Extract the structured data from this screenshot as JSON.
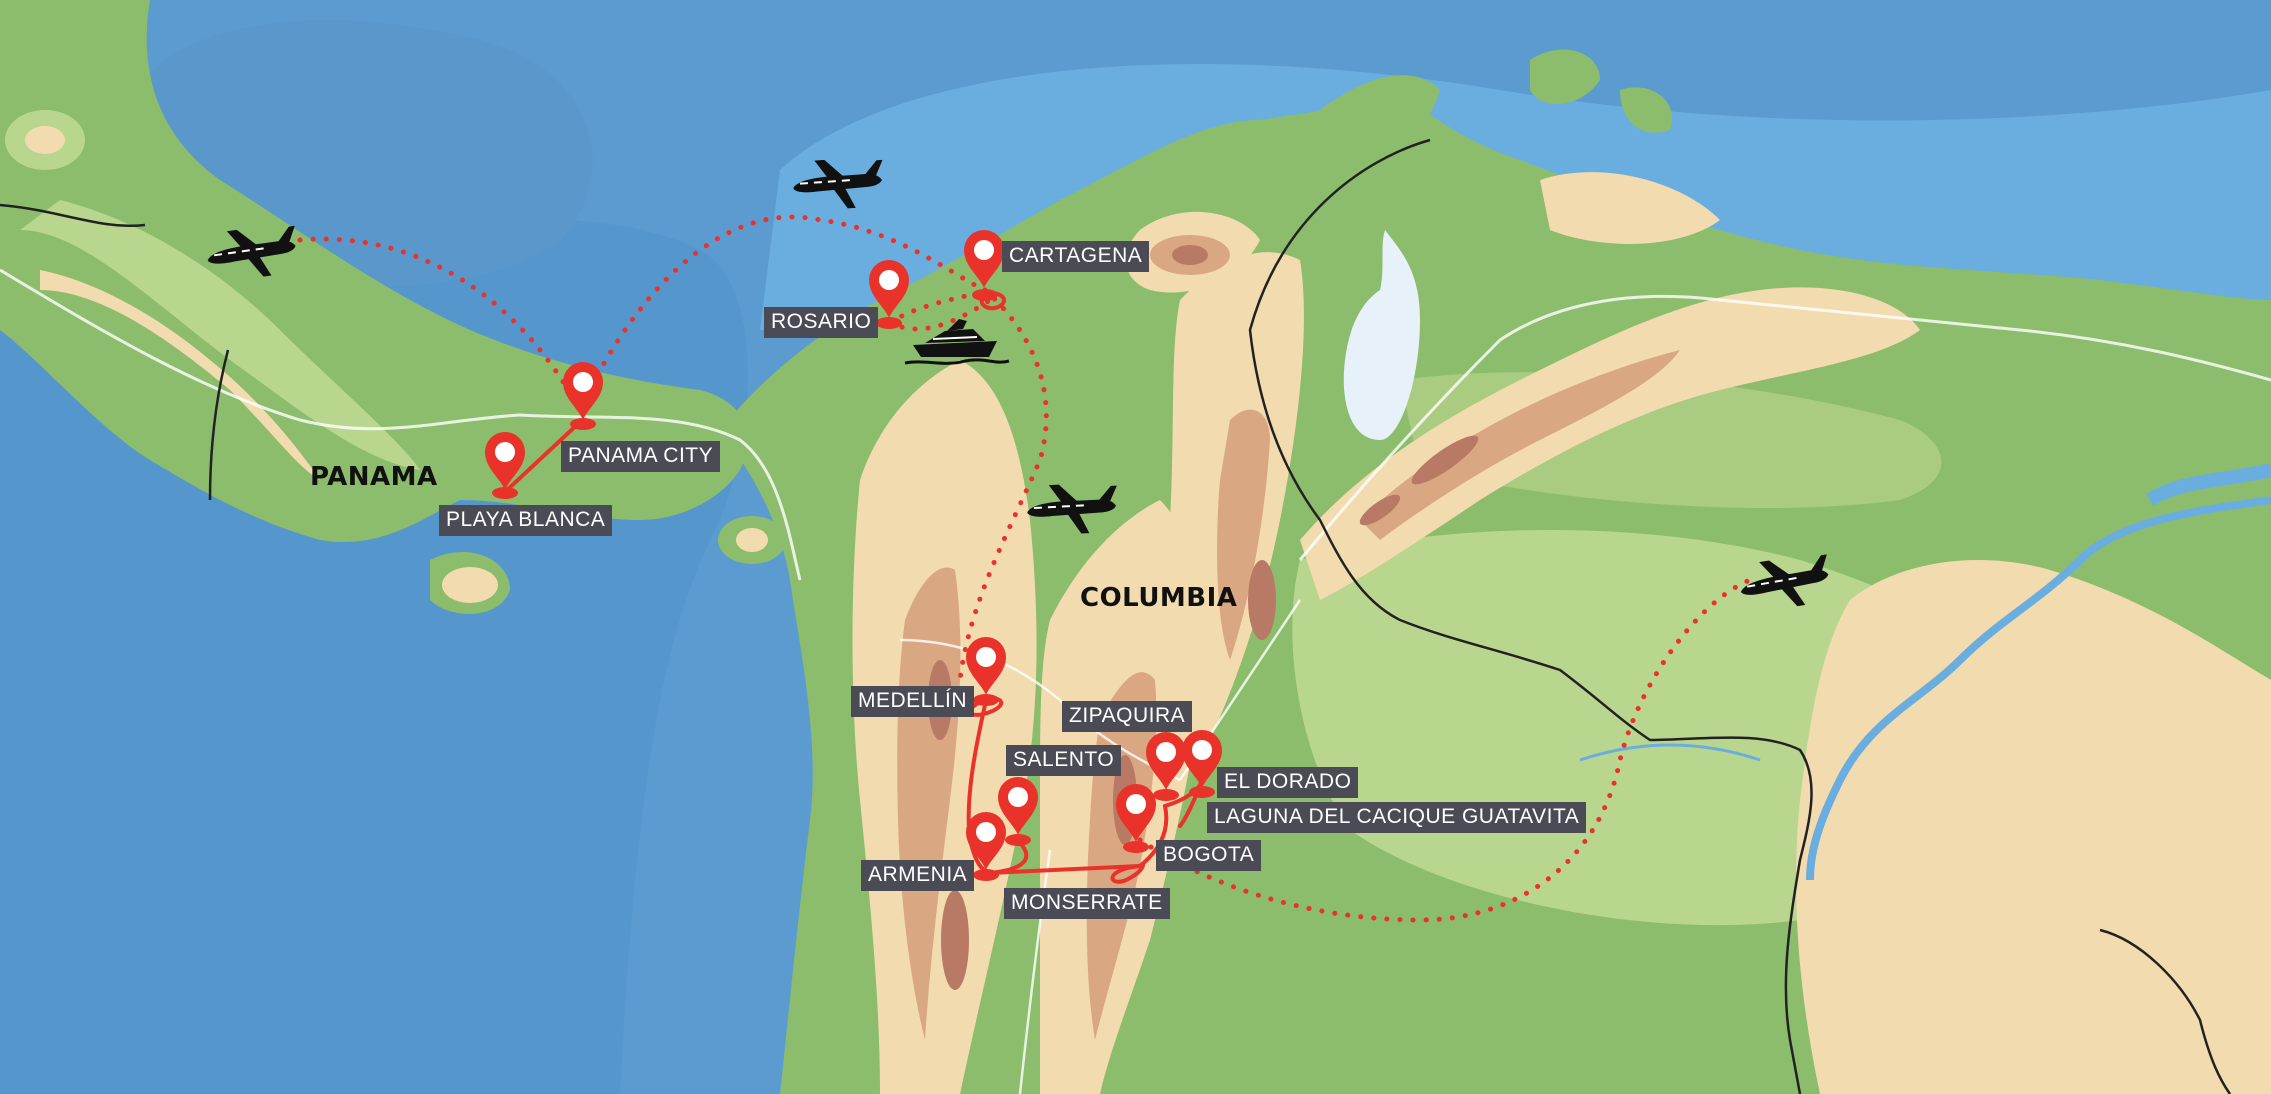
{
  "map": {
    "countries": {
      "panama": "PANAMA",
      "colombia": "COLUMBIA"
    },
    "places": {
      "playa_blanca": "PLAYA BLANCA",
      "panama_city": "PANAMA CITY",
      "rosario": "ROSARIO",
      "cartagena": "CARTAGENA",
      "medellin": "MEDELLÍN",
      "zipaquira": "ZIPAQUIRA",
      "salento": "SALENTO",
      "el_dorado": "EL DORADO",
      "laguna": "LAGUNA DEL CACIQUE GUATAVITA",
      "armenia": "ARMENIA",
      "bogota": "BOGOTA",
      "monserrate": "MONSERRATE"
    },
    "icons": {
      "pin": "map-pin-icon",
      "plane": "airplane-icon",
      "boat": "yacht-icon"
    },
    "colors": {
      "sea_deep": "#5b9bd0",
      "sea_shallow": "#6aaee0",
      "land": "#8cbd6c",
      "land_light": "#b9d68f",
      "hills": "#f3dbb0",
      "mountains": "#d9a883",
      "peaks": "#b87a64",
      "route": "#e8322a",
      "label_bg": "#4b4b55"
    }
  }
}
